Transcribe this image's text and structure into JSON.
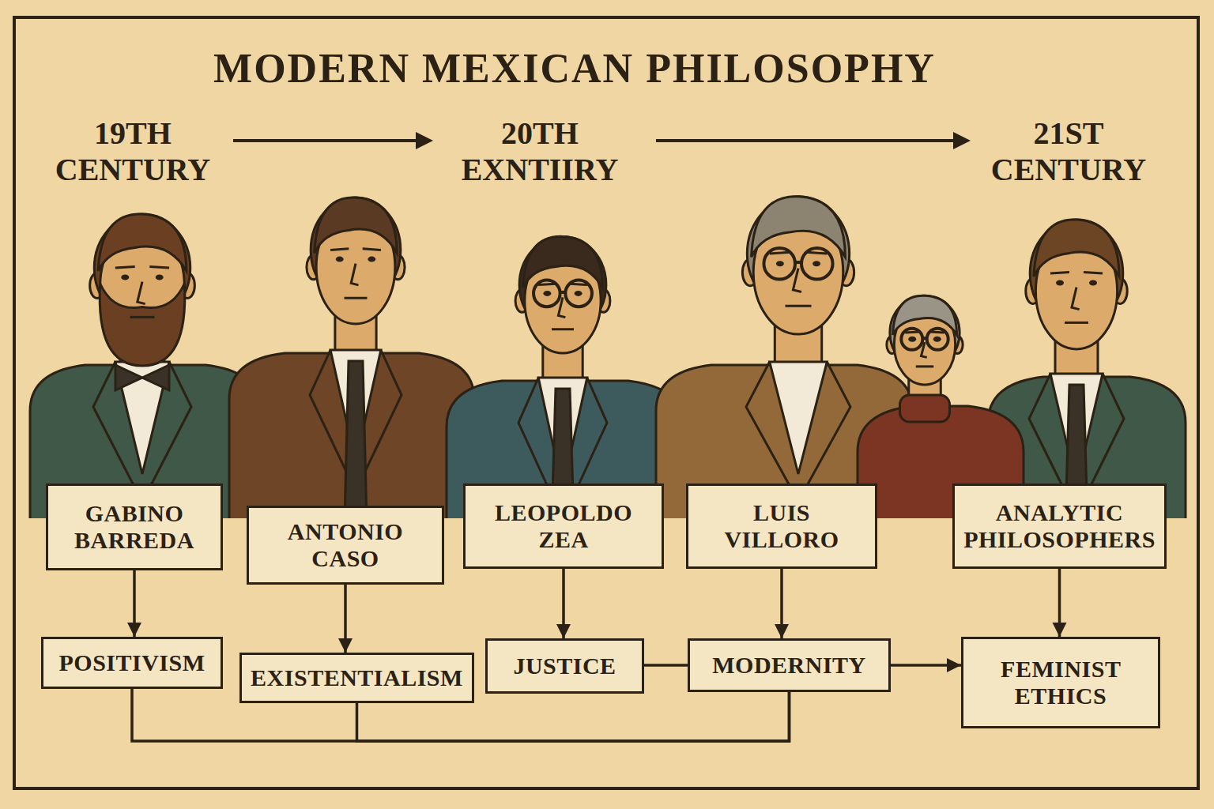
{
  "diagram": {
    "title": "MODERN MEXICAN PHILOSOPHY",
    "nodes": [
      {
        "text": [
          "GABINO BARREDA"
        ]
      },
      {
        "text": [
          "ANTONIO CASO"
        ]
      },
      {
        "text": [
          "LEOPOLDO ZEA"
        ]
      },
      {
        "text": [
          "LUIS VILLORO"
        ]
      },
      {
        "text": [
          "ANALYTIC PHILOSOPHERS"
        ]
      },
      {
        "text": [
          "POSITIVISM"
        ]
      },
      {
        "text": [
          "EXISTENTIALISM"
        ]
      },
      {
        "text": [
          "JUSTICE"
        ]
      },
      {
        "text": [
          "MODERNITY"
        ]
      },
      {
        "text": [
          "FEMINIST ETHICS"
        ]
      }
    ],
    "edges": [
      {
        "from": 0,
        "to": 5,
        "arrow": "to"
      },
      {
        "from": 1,
        "to": 6,
        "arrow": "to"
      },
      {
        "from": 2,
        "to": 7,
        "arrow": "to"
      },
      {
        "from": 3,
        "to": 8,
        "arrow": "to"
      },
      {
        "from": 4,
        "to": 9,
        "arrow": "to"
      },
      {
        "from": 8,
        "to": 9,
        "arrow": "to"
      },
      {
        "from": 5,
        "to": 8,
        "arrow": "none"
      },
      {
        "from": 6,
        "to": 8,
        "arrow": "none"
      },
      {
        "from": 7,
        "to": 8,
        "arrow": "none"
      }
    ],
    "labels": [
      "19TH CENTURY",
      "20TH EXNTIIRY",
      "21ST CENTURY"
    ]
  }
}
